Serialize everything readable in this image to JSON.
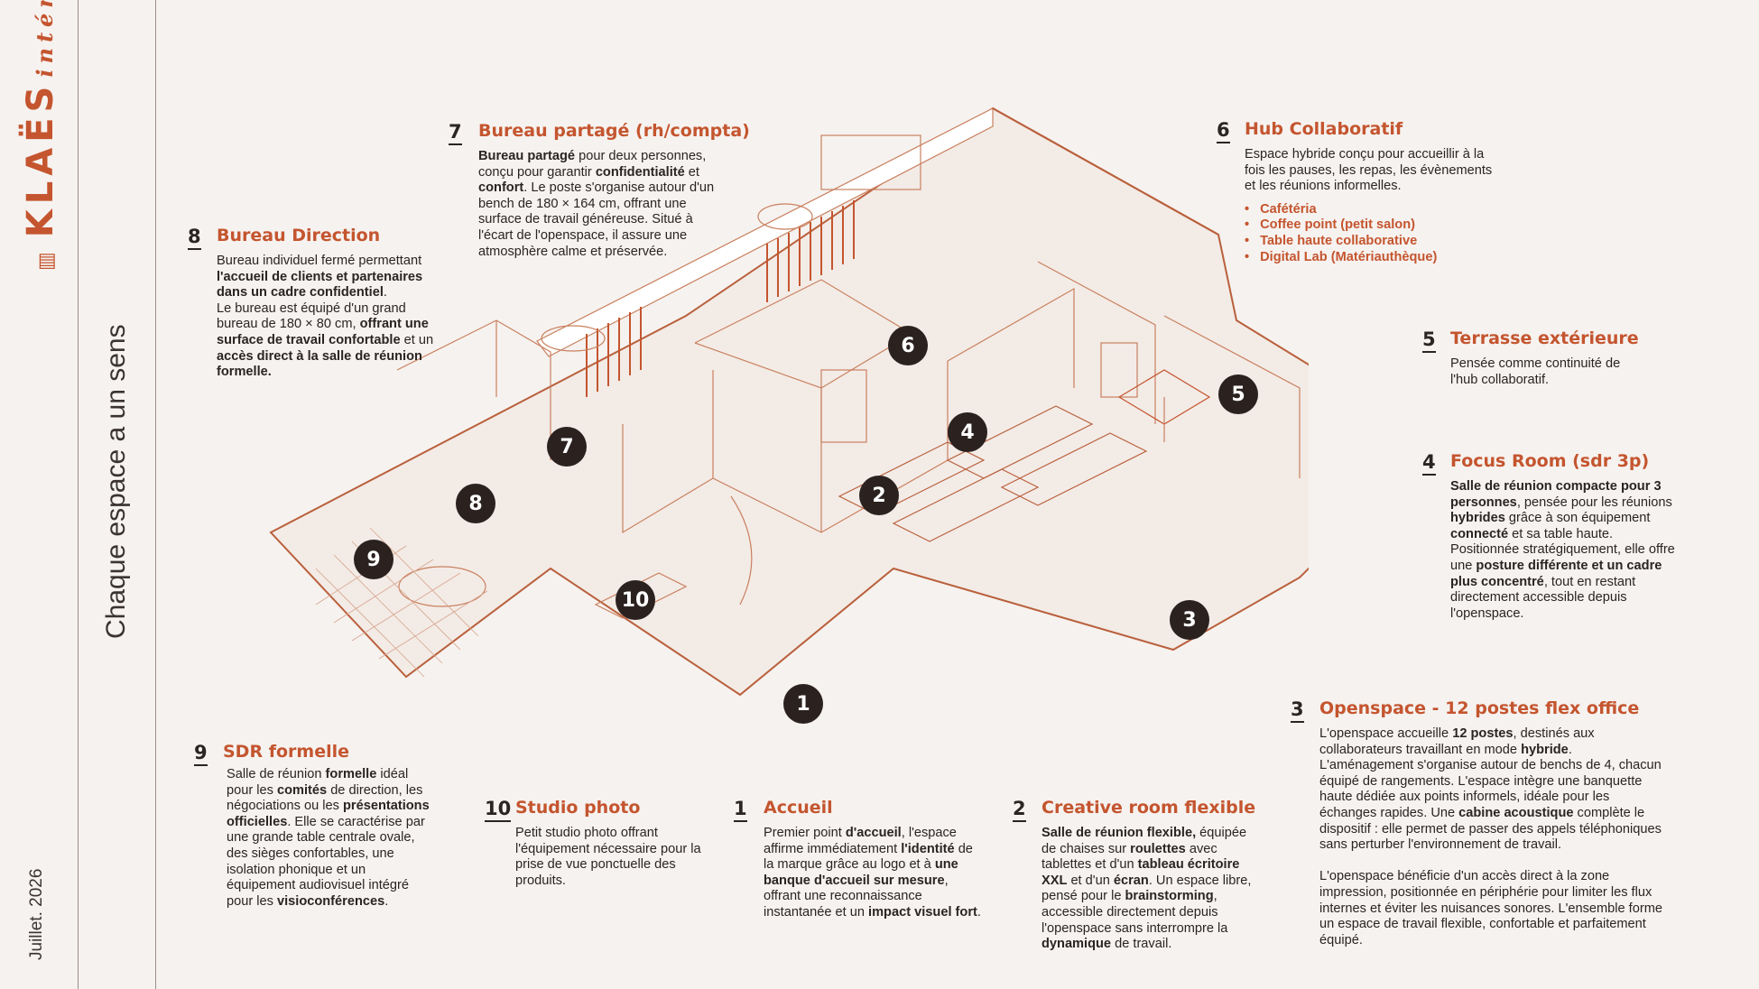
{
  "brand": {
    "name": "KLAËS",
    "sub": "intérieur",
    "colors": {
      "accent": "#c4552f",
      "dark": "#2b2220",
      "background": "#f6f2ef"
    }
  },
  "tagline": "Chaque espace a un sens",
  "date": "Juillet. 2026",
  "markers": [
    "1",
    "2",
    "3",
    "4",
    "5",
    "6",
    "7",
    "8",
    "9",
    "10"
  ],
  "callouts": {
    "c7": {
      "num": "7",
      "title": "Bureau partagé (rh/compta)"
    },
    "c6": {
      "num": "6",
      "title": "Hub Collaboratif",
      "bullets": [
        "Cafétéria",
        "Coffee point  (petit salon)",
        "Table haute collaborative",
        "Digital Lab (Matériauthèque)"
      ]
    },
    "c8": {
      "num": "8",
      "title": "Bureau Direction"
    },
    "c5": {
      "num": "5",
      "title": "Terrasse extérieure",
      "text": "Pensée comme continuité de l'hub collaboratif."
    },
    "c4": {
      "num": "4",
      "title": "Focus Room (sdr 3p)"
    },
    "c3": {
      "num": "3",
      "title": "Openspace - 12 postes flex office"
    },
    "c9": {
      "num": "9",
      "title": "SDR formelle"
    },
    "c10": {
      "num": "10",
      "title": "Studio photo",
      "text": "Petit studio photo offrant l'équipement nécessaire pour la prise de vue ponctuelle des produits."
    },
    "c1": {
      "num": "1",
      "title": "Accueil"
    },
    "c2": {
      "num": "2",
      "title": "Creative room flexible"
    }
  }
}
